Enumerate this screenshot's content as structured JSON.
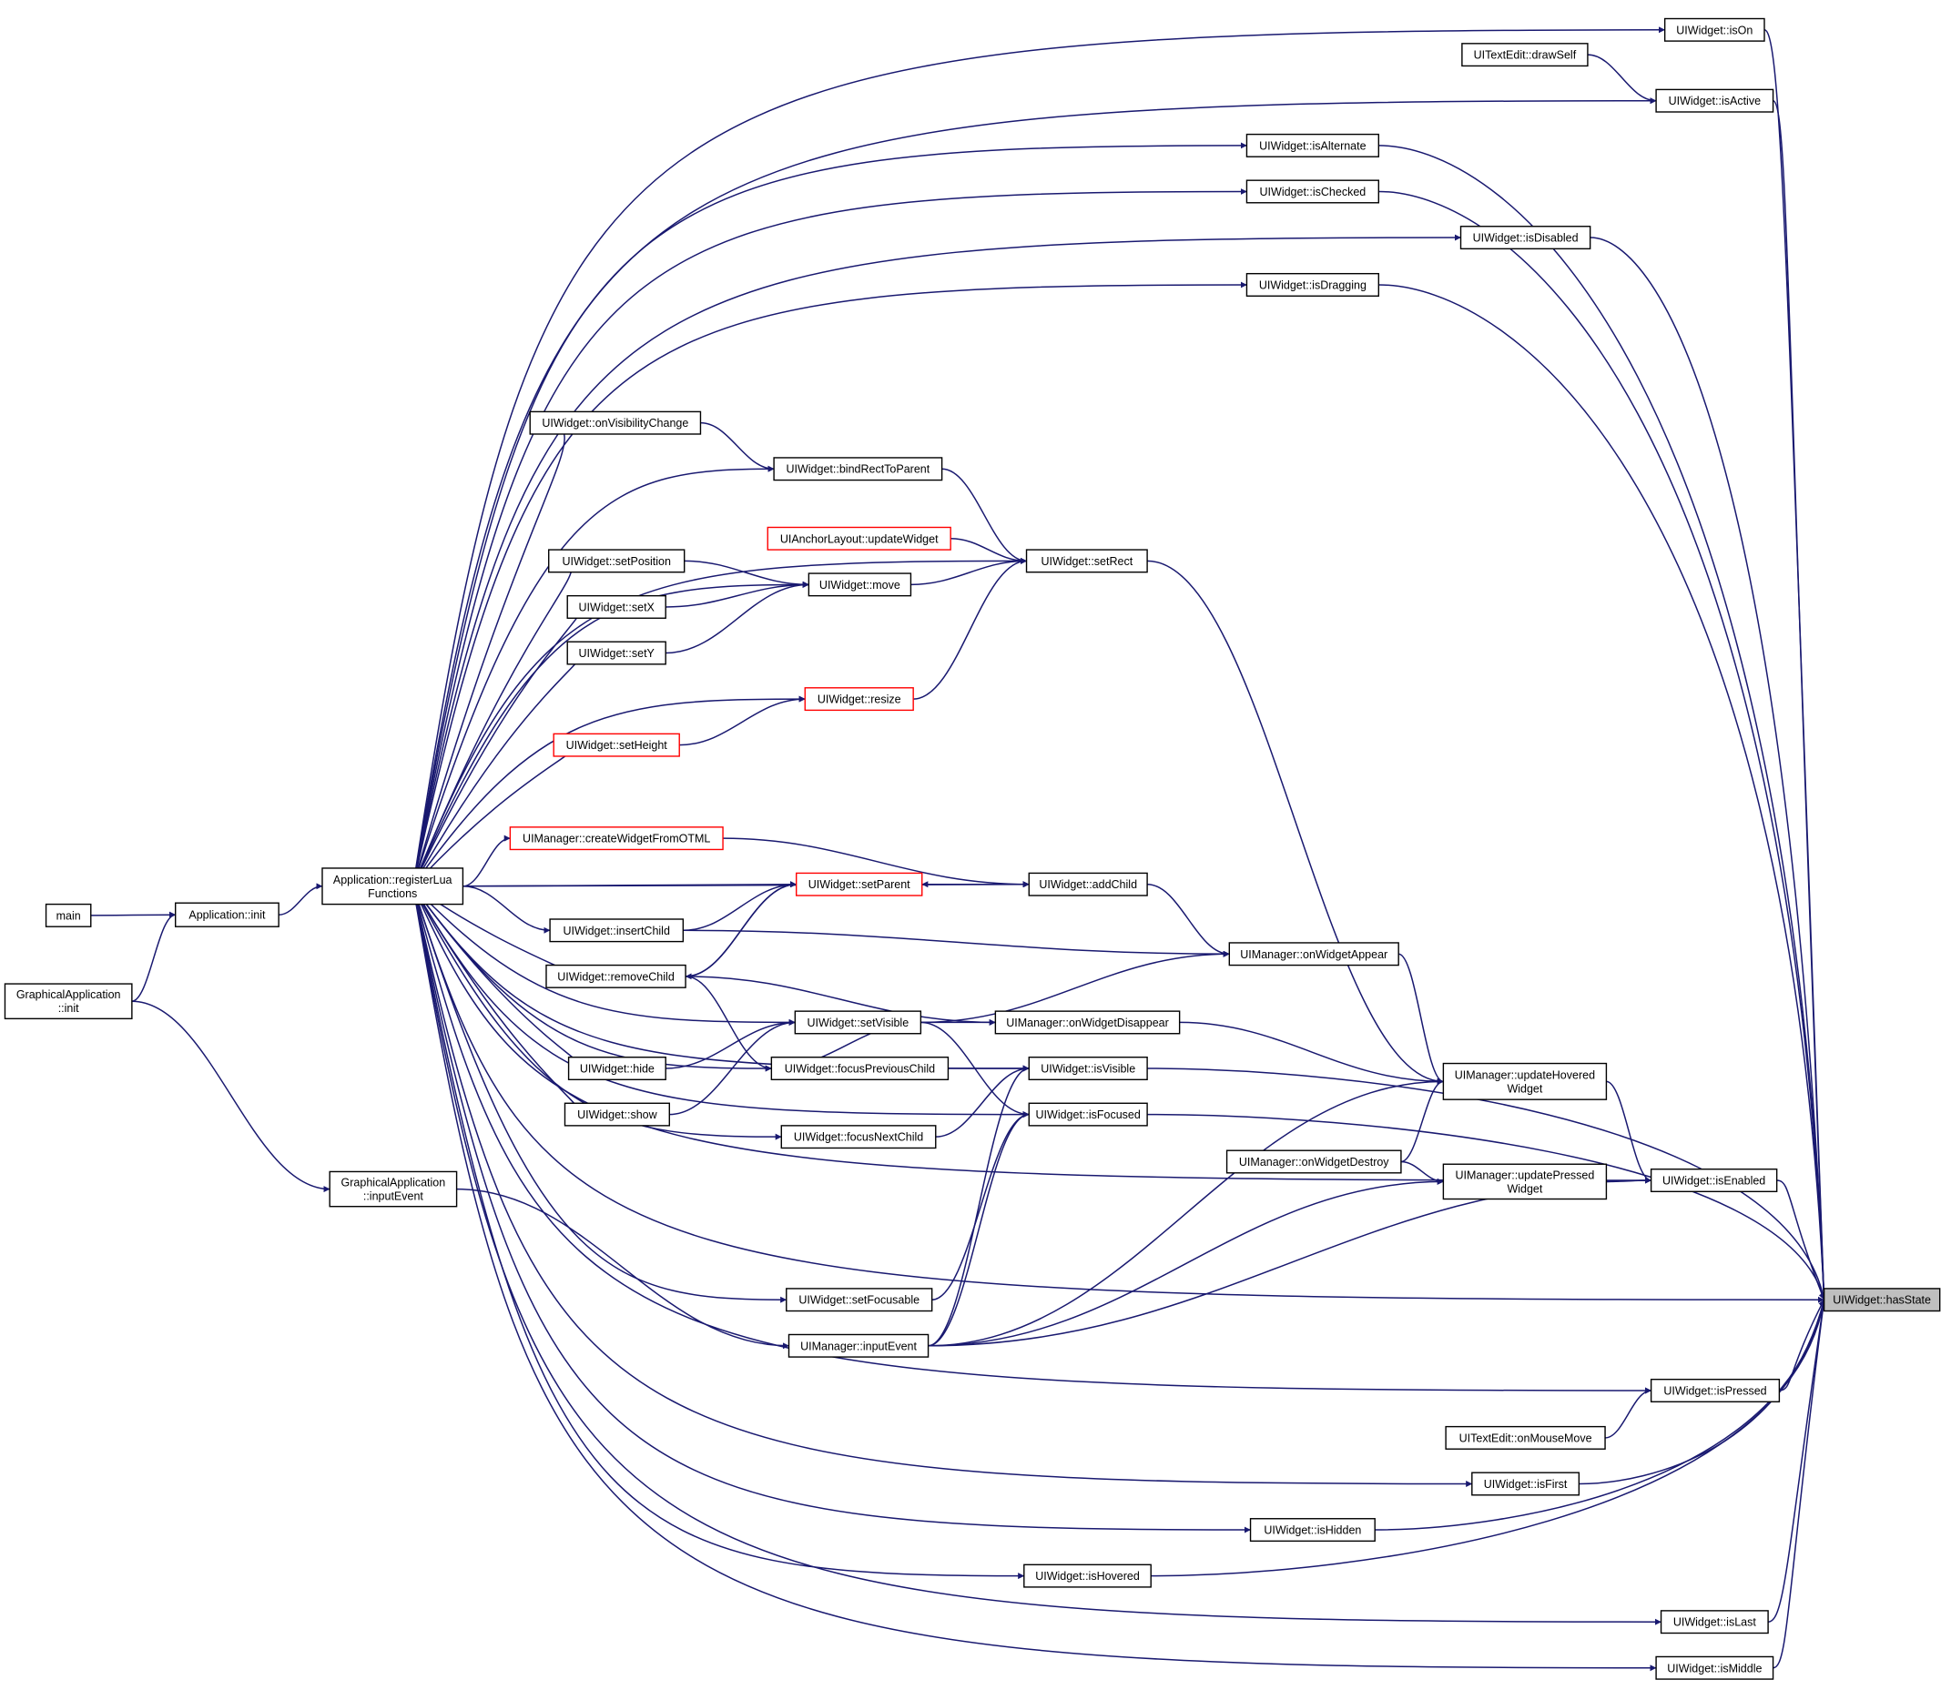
{
  "colors": {
    "edge": "#191970",
    "border": "#000000",
    "truncated": "#ff0000",
    "focus_fill": "#bfbfbf",
    "background": "#ffffff"
  },
  "nodes": {
    "main": {
      "label": [
        "main"
      ],
      "kind": "normal"
    },
    "app_init": {
      "label": [
        "Application::init"
      ],
      "kind": "normal"
    },
    "gapp_init": {
      "label": [
        "GraphicalApplication",
        "::init"
      ],
      "kind": "normal"
    },
    "registerLua": {
      "label": [
        "Application::registerLua",
        "Functions"
      ],
      "kind": "normal"
    },
    "gapp_input": {
      "label": [
        "GraphicalApplication",
        "::inputEvent"
      ],
      "kind": "normal"
    },
    "onVisChange": {
      "label": [
        "UIWidget::onVisibilityChange"
      ],
      "kind": "normal"
    },
    "bindRect": {
      "label": [
        "UIWidget::bindRectToParent"
      ],
      "kind": "normal"
    },
    "anchorUpdate": {
      "label": [
        "UIAnchorLayout::updateWidget"
      ],
      "kind": "truncated"
    },
    "setPosition": {
      "label": [
        "UIWidget::setPosition"
      ],
      "kind": "normal"
    },
    "move": {
      "label": [
        "UIWidget::move"
      ],
      "kind": "normal"
    },
    "setRect": {
      "label": [
        "UIWidget::setRect"
      ],
      "kind": "normal"
    },
    "setX": {
      "label": [
        "UIWidget::setX"
      ],
      "kind": "normal"
    },
    "setY": {
      "label": [
        "UIWidget::setY"
      ],
      "kind": "normal"
    },
    "resize": {
      "label": [
        "UIWidget::resize"
      ],
      "kind": "truncated"
    },
    "setHeight": {
      "label": [
        "UIWidget::setHeight"
      ],
      "kind": "truncated"
    },
    "createOTML": {
      "label": [
        "UIManager::createWidgetFromOTML"
      ],
      "kind": "truncated"
    },
    "setParent": {
      "label": [
        "UIWidget::setParent"
      ],
      "kind": "truncated"
    },
    "addChild": {
      "label": [
        "UIWidget::addChild"
      ],
      "kind": "normal"
    },
    "insertChild": {
      "label": [
        "UIWidget::insertChild"
      ],
      "kind": "normal"
    },
    "removeChild": {
      "label": [
        "UIWidget::removeChild"
      ],
      "kind": "normal"
    },
    "onAppear": {
      "label": [
        "UIManager::onWidgetAppear"
      ],
      "kind": "normal"
    },
    "setVisible": {
      "label": [
        "UIWidget::setVisible"
      ],
      "kind": "normal"
    },
    "onDisappear": {
      "label": [
        "UIManager::onWidgetDisappear"
      ],
      "kind": "normal"
    },
    "hide": {
      "label": [
        "UIWidget::hide"
      ],
      "kind": "normal"
    },
    "focusPrev": {
      "label": [
        "UIWidget::focusPreviousChild"
      ],
      "kind": "normal"
    },
    "isVisible": {
      "label": [
        "UIWidget::isVisible"
      ],
      "kind": "normal"
    },
    "show": {
      "label": [
        "UIWidget::show"
      ],
      "kind": "normal"
    },
    "focusNext": {
      "label": [
        "UIWidget::focusNextChild"
      ],
      "kind": "normal"
    },
    "isFocused": {
      "label": [
        "UIWidget::isFocused"
      ],
      "kind": "normal"
    },
    "updHovered": {
      "label": [
        "UIManager::updateHovered",
        "Widget"
      ],
      "kind": "normal"
    },
    "onDestroy": {
      "label": [
        "UIManager::onWidgetDestroy"
      ],
      "kind": "normal"
    },
    "updPressed": {
      "label": [
        "UIManager::updatePressed",
        "Widget"
      ],
      "kind": "normal"
    },
    "isEnabled": {
      "label": [
        "UIWidget::isEnabled"
      ],
      "kind": "normal"
    },
    "setFocusable": {
      "label": [
        "UIWidget::setFocusable"
      ],
      "kind": "normal"
    },
    "mgrInput": {
      "label": [
        "UIManager::inputEvent"
      ],
      "kind": "normal"
    },
    "hasState": {
      "label": [
        "UIWidget::hasState"
      ],
      "kind": "focus"
    },
    "isOn": {
      "label": [
        "UIWidget::isOn"
      ],
      "kind": "normal"
    },
    "drawSelf": {
      "label": [
        "UITextEdit::drawSelf"
      ],
      "kind": "normal"
    },
    "isActive": {
      "label": [
        "UIWidget::isActive"
      ],
      "kind": "normal"
    },
    "isAlternate": {
      "label": [
        "UIWidget::isAlternate"
      ],
      "kind": "normal"
    },
    "isChecked": {
      "label": [
        "UIWidget::isChecked"
      ],
      "kind": "normal"
    },
    "isDisabled": {
      "label": [
        "UIWidget::isDisabled"
      ],
      "kind": "normal"
    },
    "isDragging": {
      "label": [
        "UIWidget::isDragging"
      ],
      "kind": "normal"
    },
    "isPressed": {
      "label": [
        "UIWidget::isPressed"
      ],
      "kind": "normal"
    },
    "onMouseMove": {
      "label": [
        "UITextEdit::onMouseMove"
      ],
      "kind": "normal"
    },
    "isFirst": {
      "label": [
        "UIWidget::isFirst"
      ],
      "kind": "normal"
    },
    "isHidden": {
      "label": [
        "UIWidget::isHidden"
      ],
      "kind": "normal"
    },
    "isHovered": {
      "label": [
        "UIWidget::isHovered"
      ],
      "kind": "normal"
    },
    "isLast": {
      "label": [
        "UIWidget::isLast"
      ],
      "kind": "normal"
    },
    "isMiddle": {
      "label": [
        "UIWidget::isMiddle"
      ],
      "kind": "normal"
    }
  },
  "edges": [
    [
      "main",
      "app_init"
    ],
    [
      "gapp_init",
      "app_init"
    ],
    [
      "app_init",
      "registerLua"
    ],
    [
      "gapp_init",
      "gapp_input"
    ],
    [
      "registerLua",
      "onVisChange"
    ],
    [
      "registerLua",
      "bindRect"
    ],
    [
      "registerLua",
      "setPosition"
    ],
    [
      "registerLua",
      "move"
    ],
    [
      "registerLua",
      "setX"
    ],
    [
      "registerLua",
      "setY"
    ],
    [
      "registerLua",
      "resize"
    ],
    [
      "registerLua",
      "setHeight"
    ],
    [
      "registerLua",
      "createOTML"
    ],
    [
      "registerLua",
      "setParent"
    ],
    [
      "registerLua",
      "addChild"
    ],
    [
      "registerLua",
      "insertChild"
    ],
    [
      "registerLua",
      "removeChild"
    ],
    [
      "registerLua",
      "setVisible"
    ],
    [
      "registerLua",
      "hide"
    ],
    [
      "registerLua",
      "focusPrev"
    ],
    [
      "registerLua",
      "show"
    ],
    [
      "registerLua",
      "focusNext"
    ],
    [
      "registerLua",
      "isVisible"
    ],
    [
      "registerLua",
      "isFocused"
    ],
    [
      "registerLua",
      "setFocusable"
    ],
    [
      "registerLua",
      "setRect"
    ],
    [
      "registerLua",
      "isOn"
    ],
    [
      "registerLua",
      "isActive"
    ],
    [
      "registerLua",
      "isAlternate"
    ],
    [
      "registerLua",
      "isChecked"
    ],
    [
      "registerLua",
      "isDisabled"
    ],
    [
      "registerLua",
      "isDragging"
    ],
    [
      "registerLua",
      "isEnabled"
    ],
    [
      "registerLua",
      "isPressed"
    ],
    [
      "registerLua",
      "isFirst"
    ],
    [
      "registerLua",
      "isHidden"
    ],
    [
      "registerLua",
      "isHovered"
    ],
    [
      "registerLua",
      "isLast"
    ],
    [
      "registerLua",
      "isMiddle"
    ],
    [
      "onVisChange",
      "bindRect"
    ],
    [
      "bindRect",
      "setRect"
    ],
    [
      "anchorUpdate",
      "setRect"
    ],
    [
      "setPosition",
      "move"
    ],
    [
      "setX",
      "move"
    ],
    [
      "setY",
      "move"
    ],
    [
      "move",
      "setRect"
    ],
    [
      "setHeight",
      "resize"
    ],
    [
      "resize",
      "setRect"
    ],
    [
      "createOTML",
      "addChild"
    ],
    [
      "addChild",
      "setParent"
    ],
    [
      "setParent",
      "addChild"
    ],
    [
      "insertChild",
      "setParent"
    ],
    [
      "removeChild",
      "setParent"
    ],
    [
      "setParent",
      "removeChild"
    ],
    [
      "addChild",
      "onAppear"
    ],
    [
      "insertChild",
      "onAppear"
    ],
    [
      "setVisible",
      "onAppear"
    ],
    [
      "setVisible",
      "onDisappear"
    ],
    [
      "removeChild",
      "onDisappear"
    ],
    [
      "hide",
      "setVisible"
    ],
    [
      "show",
      "setVisible"
    ],
    [
      "removeChild",
      "focusPrev"
    ],
    [
      "setVisible",
      "focusPrev"
    ],
    [
      "focusPrev",
      "isVisible"
    ],
    [
      "focusNext",
      "isVisible"
    ],
    [
      "setVisible",
      "isFocused"
    ],
    [
      "setFocusable",
      "isFocused"
    ],
    [
      "mgrInput",
      "isVisible"
    ],
    [
      "mgrInput",
      "isFocused"
    ],
    [
      "setRect",
      "updHovered"
    ],
    [
      "onAppear",
      "updHovered"
    ],
    [
      "onDisappear",
      "updHovered"
    ],
    [
      "onDestroy",
      "updHovered"
    ],
    [
      "onDestroy",
      "updPressed"
    ],
    [
      "mgrInput",
      "updHovered"
    ],
    [
      "mgrInput",
      "updPressed"
    ],
    [
      "gapp_input",
      "mgrInput"
    ],
    [
      "updHovered",
      "isEnabled"
    ],
    [
      "updPressed",
      "isEnabled"
    ],
    [
      "mgrInput",
      "isEnabled"
    ],
    [
      "drawSelf",
      "isActive"
    ],
    [
      "onMouseMove",
      "isPressed"
    ],
    [
      "isOn",
      "hasState"
    ],
    [
      "isActive",
      "hasState"
    ],
    [
      "isAlternate",
      "hasState"
    ],
    [
      "isChecked",
      "hasState"
    ],
    [
      "isDisabled",
      "hasState"
    ],
    [
      "isDragging",
      "hasState"
    ],
    [
      "isEnabled",
      "hasState"
    ],
    [
      "isVisible",
      "hasState"
    ],
    [
      "isFocused",
      "hasState"
    ],
    [
      "isPressed",
      "hasState"
    ],
    [
      "isFirst",
      "hasState"
    ],
    [
      "isHidden",
      "hasState"
    ],
    [
      "isHovered",
      "hasState"
    ],
    [
      "isLast",
      "hasState"
    ],
    [
      "isMiddle",
      "hasState"
    ],
    [
      "registerLua",
      "hasState"
    ]
  ]
}
